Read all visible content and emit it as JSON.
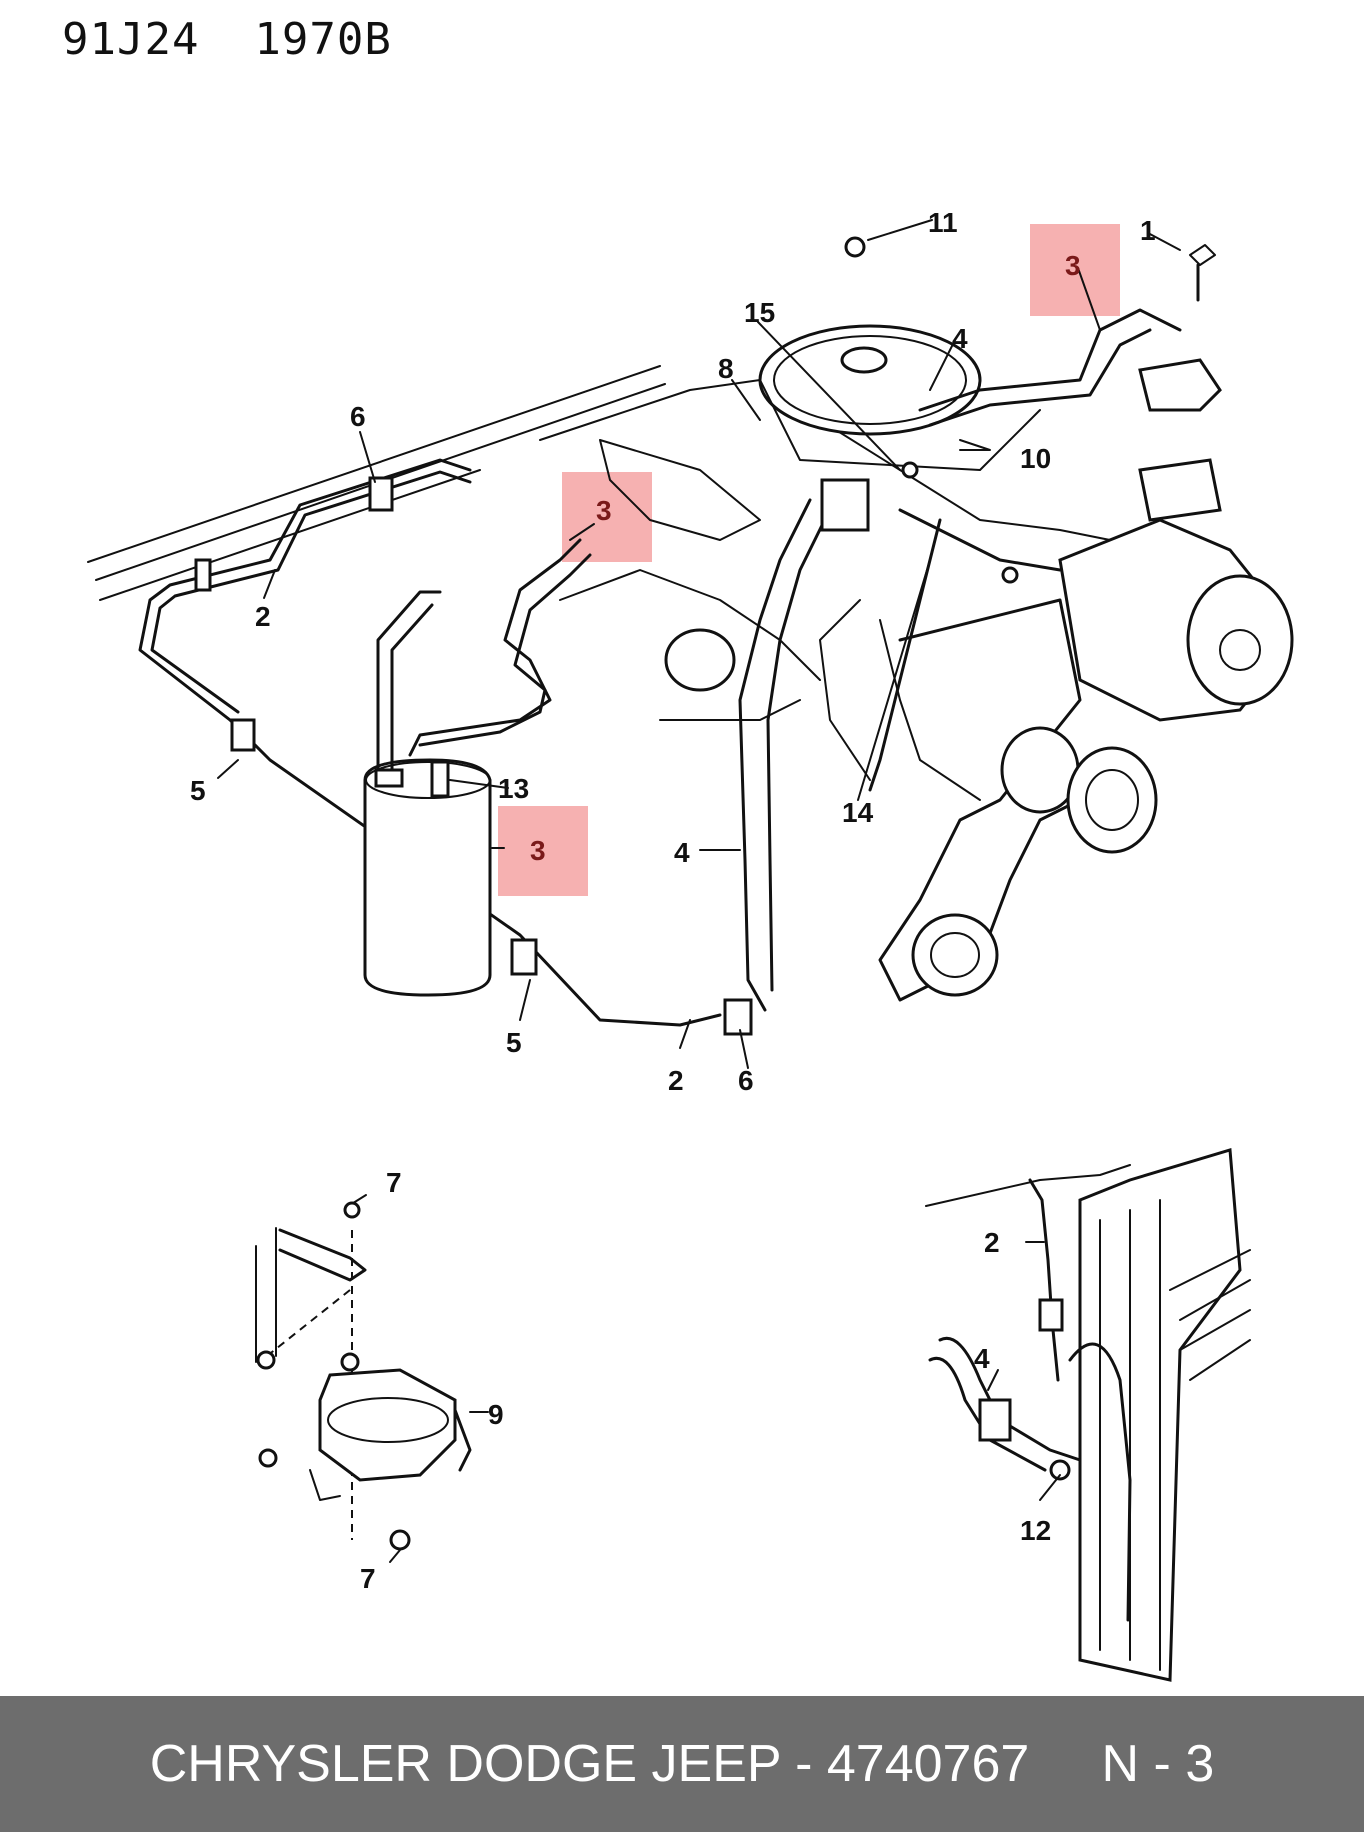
{
  "header": {
    "code": "91J24  1970B"
  },
  "callouts": {
    "c1": "1",
    "c2a": "2",
    "c2b": "2",
    "c2c": "2",
    "c3a": "3",
    "c3b": "3",
    "c3c": "3",
    "c4a": "4",
    "c4b": "4",
    "c4c": "4",
    "c5a": "5",
    "c5b": "5",
    "c6a": "6",
    "c6b": "6",
    "c7a": "7",
    "c7b": "7",
    "c8": "8",
    "c9": "9",
    "c10": "10",
    "c11": "11",
    "c12": "12",
    "c13": "13",
    "c14": "14",
    "c15": "15"
  },
  "colors": {
    "highlight": "#f4a3a3",
    "footer_bg": "#6d6d6d",
    "footer_text": "#ffffff"
  },
  "footer": {
    "text": "CHRYSLER DODGE JEEP - 4740767     N - 3"
  }
}
